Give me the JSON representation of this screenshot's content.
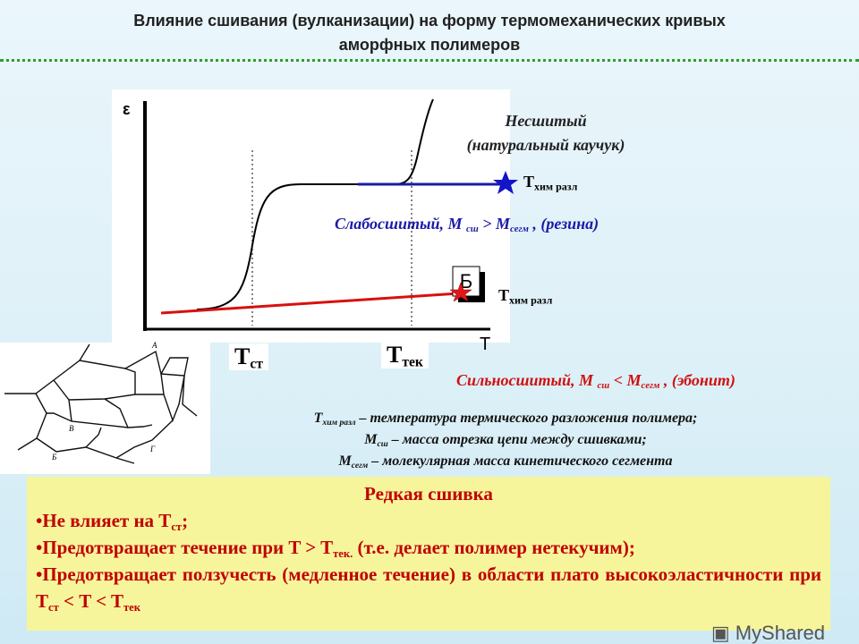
{
  "title": {
    "line1": "Влияние сшивания (вулканизации) на форму термомеханических кривых",
    "line2": "аморфных полимеров"
  },
  "plot": {
    "y_axis_label": "ε",
    "x_axis_label": "T",
    "t_st": "T",
    "t_st_sub": "ст",
    "t_tek": "T",
    "t_tek_sub": "тек",
    "box_letter": "Б"
  },
  "labels": {
    "uncrosslinked_1": "Несшитый",
    "uncrosslinked_2": "(натуральный каучук)",
    "t_decomp_1": "T",
    "t_decomp_1_sub": "хим разл",
    "t_decomp_2": "T",
    "t_decomp_2_sub": "хим разл",
    "weak": {
      "pre": "Слабосшитый, М ",
      "sub1": "сш",
      "mid": " > М",
      "sub2": "сегм",
      "post": " , (резина)"
    },
    "strong": {
      "pre": "Сильносшитый, М ",
      "sub1": "сш",
      "mid": " < М",
      "sub2": "сегм",
      "post": " , (эбонит)"
    }
  },
  "legend": [
    {
      "sym": "T",
      "sub": "хим разл",
      "text": " – температура термического разложения полимера;"
    },
    {
      "sym": "М",
      "sub": "сш",
      "text": " – масса отрезка цепи между сшивками;"
    },
    {
      "sym": "М",
      "sub": "сегм",
      "text": " – молекулярная масса кинетического сегмента"
    }
  ],
  "network_labels": {
    "a": "А",
    "b": "Б",
    "v": "В",
    "g": "Г"
  },
  "summary": {
    "heading": "Редкая сшивка",
    "b1": {
      "text": "•Не влияет на T",
      "sub": "ст",
      "end": ";"
    },
    "b2": {
      "text": "•Предотвращает течение при T > T",
      "sub": "тек.",
      "end": "  (т.е. делает полимер нетекучим);"
    },
    "b3": {
      "text": "•Предотвращает ползучесть (медленное течение) в области плато высокоэластичности при  T",
      "sub1": "ст",
      "mid": " < T < T",
      "sub2": "тек"
    }
  },
  "watermark": "MyShared",
  "colors": {
    "accent_red": "#c00000",
    "accent_blue": "#1a1aa8",
    "yellow_box": "#f7f59c",
    "divider": "#2e9e2e"
  }
}
